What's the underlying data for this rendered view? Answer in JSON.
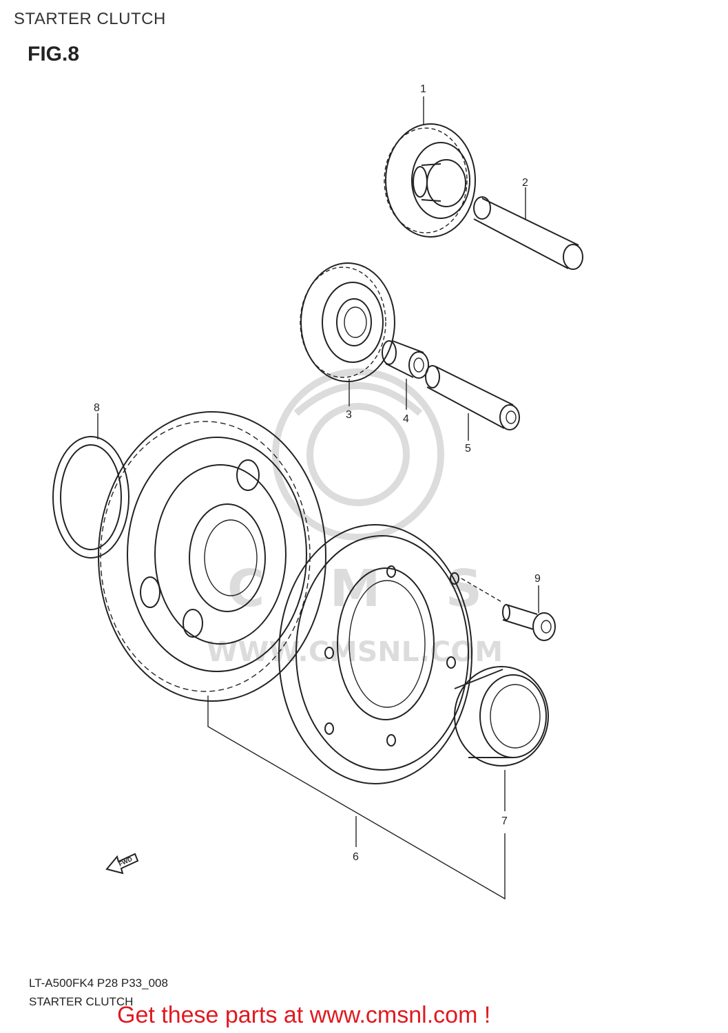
{
  "header": {
    "title": "STARTER CLUTCH",
    "figure": "FIG.8"
  },
  "parts": [
    {
      "number": "1"
    },
    {
      "number": "2"
    },
    {
      "number": "3"
    },
    {
      "number": "4"
    },
    {
      "number": "5"
    },
    {
      "number": "6"
    },
    {
      "number": "7"
    },
    {
      "number": "8"
    },
    {
      "number": "9"
    }
  ],
  "direction_indicator": {
    "label": "FWD",
    "icon": "fwd-arrow-icon"
  },
  "watermark": {
    "text": "WWW.CMSNL.COM",
    "logo": "cms-logo-watermark"
  },
  "footer": {
    "model_code": "LT-A500FK4 P28 P33_008",
    "title": "STARTER CLUTCH",
    "promo": "Get these parts at www.cmsnl.com !",
    "promo_color": "#e0191f"
  }
}
